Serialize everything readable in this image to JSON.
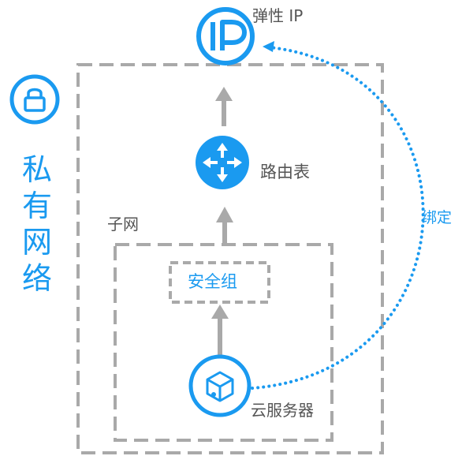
{
  "vpc": {
    "label_chars": [
      "私",
      "有",
      "网",
      "络"
    ],
    "icon": "lock-icon"
  },
  "nodes": {
    "elastic_ip": {
      "label": "弹性 IP",
      "icon": "ip-icon"
    },
    "route_table": {
      "label": "路由表",
      "icon": "router-icon"
    },
    "subnet": {
      "label": "子网"
    },
    "security_group": {
      "label": "安全组"
    },
    "cvm": {
      "label": "云服务器",
      "icon": "cube-icon"
    }
  },
  "binding": {
    "label": "绑定"
  },
  "colors": {
    "accent": "#1a9af0",
    "dashed_border": "#a9a9a9",
    "arrow": "#a9a9a9",
    "text": "#555555"
  }
}
